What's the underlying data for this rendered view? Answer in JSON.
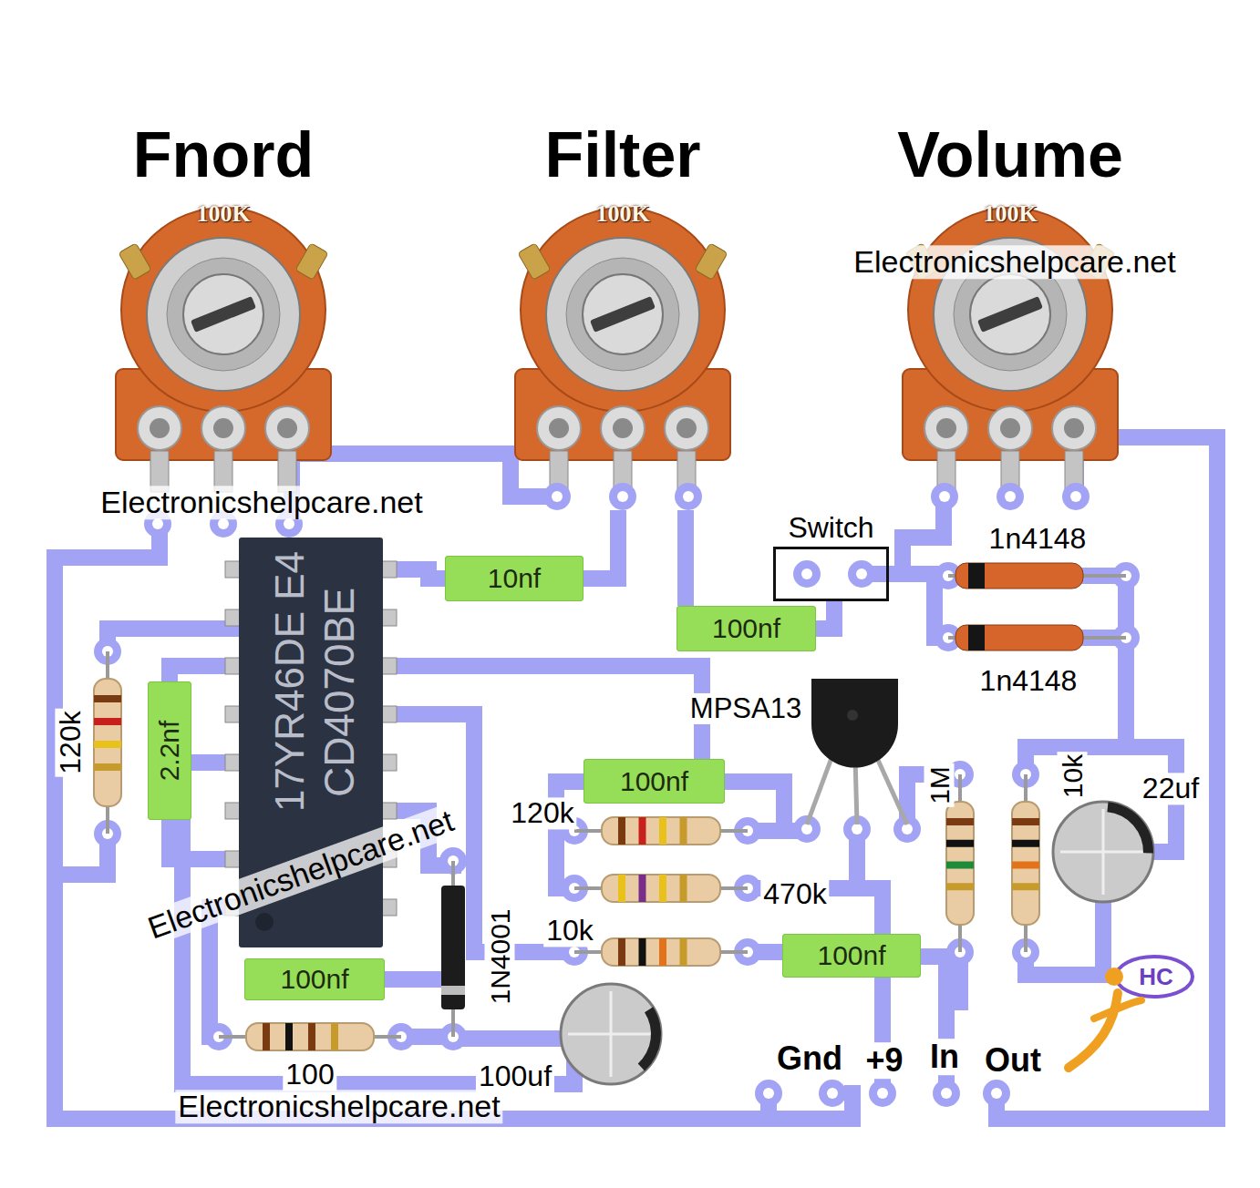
{
  "diagram": {
    "nodes": [
      {
        "text": [
          "Fnord",
          "100K"
        ]
      },
      {
        "text": [
          "Filter",
          "100K"
        ]
      },
      {
        "text": [
          "Volume",
          "100K"
        ]
      },
      {
        "text": [
          "10nf"
        ]
      },
      {
        "text": [
          "Switch"
        ]
      },
      {
        "text": [
          "100nf"
        ]
      },
      {
        "text": [
          "2.2nf"
        ]
      },
      {
        "text": [
          "100nf"
        ]
      },
      {
        "text": [
          "100nf"
        ]
      },
      {
        "text": [
          "100nf"
        ]
      }
    ],
    "edges": [
      {
        "from": 3,
        "to": 1,
        "arrow": "none"
      },
      {
        "from": 5,
        "to": 1,
        "arrow": "none"
      },
      {
        "from": 5,
        "to": 4,
        "arrow": "none"
      }
    ],
    "labels": [
      "Electronicshelpcare.net",
      "Electronicshelpcare.net",
      "1n4148",
      "1n4148",
      "MPSA13",
      "120k",
      "17YR46DE E4",
      "CD4070BE",
      "1M",
      "10k",
      "22uf",
      "120k",
      "470k",
      "10k",
      "Electronicshelpcare.net",
      "1N4001",
      "100",
      "100uf",
      "Gnd",
      "+9",
      "In",
      "Out",
      "HC",
      "Electronicshelpcare.net"
    ]
  }
}
